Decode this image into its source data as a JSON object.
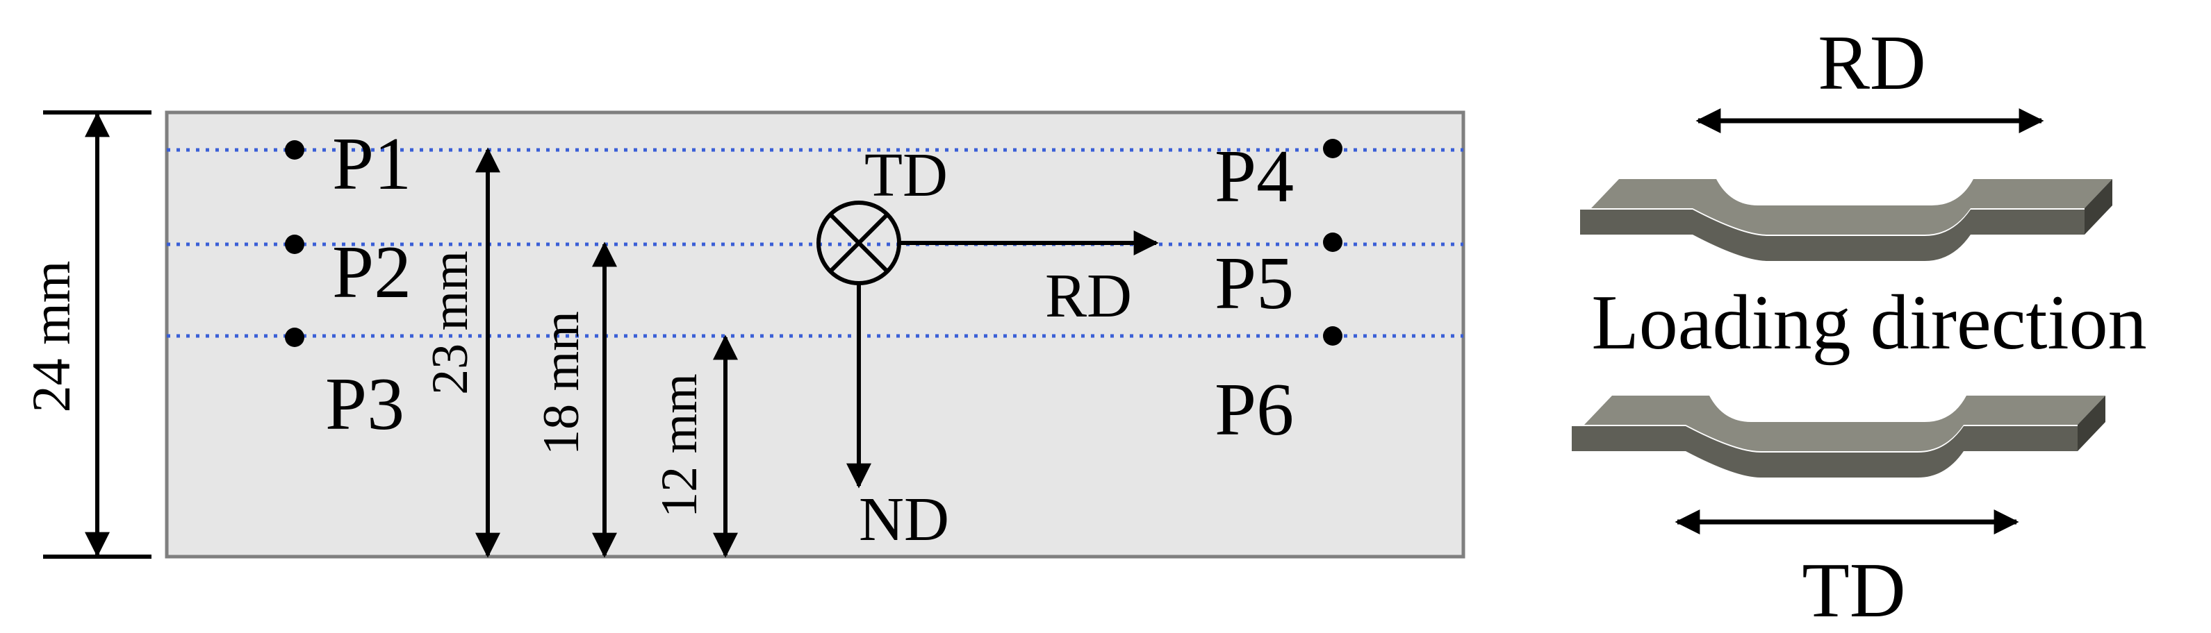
{
  "plate": {
    "overall_dimension": "24 mm",
    "points": {
      "p1": "P1",
      "p2": "P2",
      "p3": "P3",
      "p4": "P4",
      "p5": "P5",
      "p6": "P6"
    },
    "heights": {
      "h23": "23 mm",
      "h18": "18 mm",
      "h12": "12 mm"
    },
    "axes": {
      "td": "TD",
      "rd": "RD",
      "nd": "ND"
    }
  },
  "specimens": {
    "top_direction": "RD",
    "loading_label": "Loading direction",
    "bottom_direction": "TD"
  },
  "colors": {
    "plate_fill": "#e6e6e6",
    "plate_border": "#7f7f7f",
    "dotted_line": "#3a5fd6",
    "specimen_top": "#8a8a80",
    "specimen_front": "#5f5f57",
    "specimen_side": "#3e3e38",
    "ink": "#000000"
  }
}
